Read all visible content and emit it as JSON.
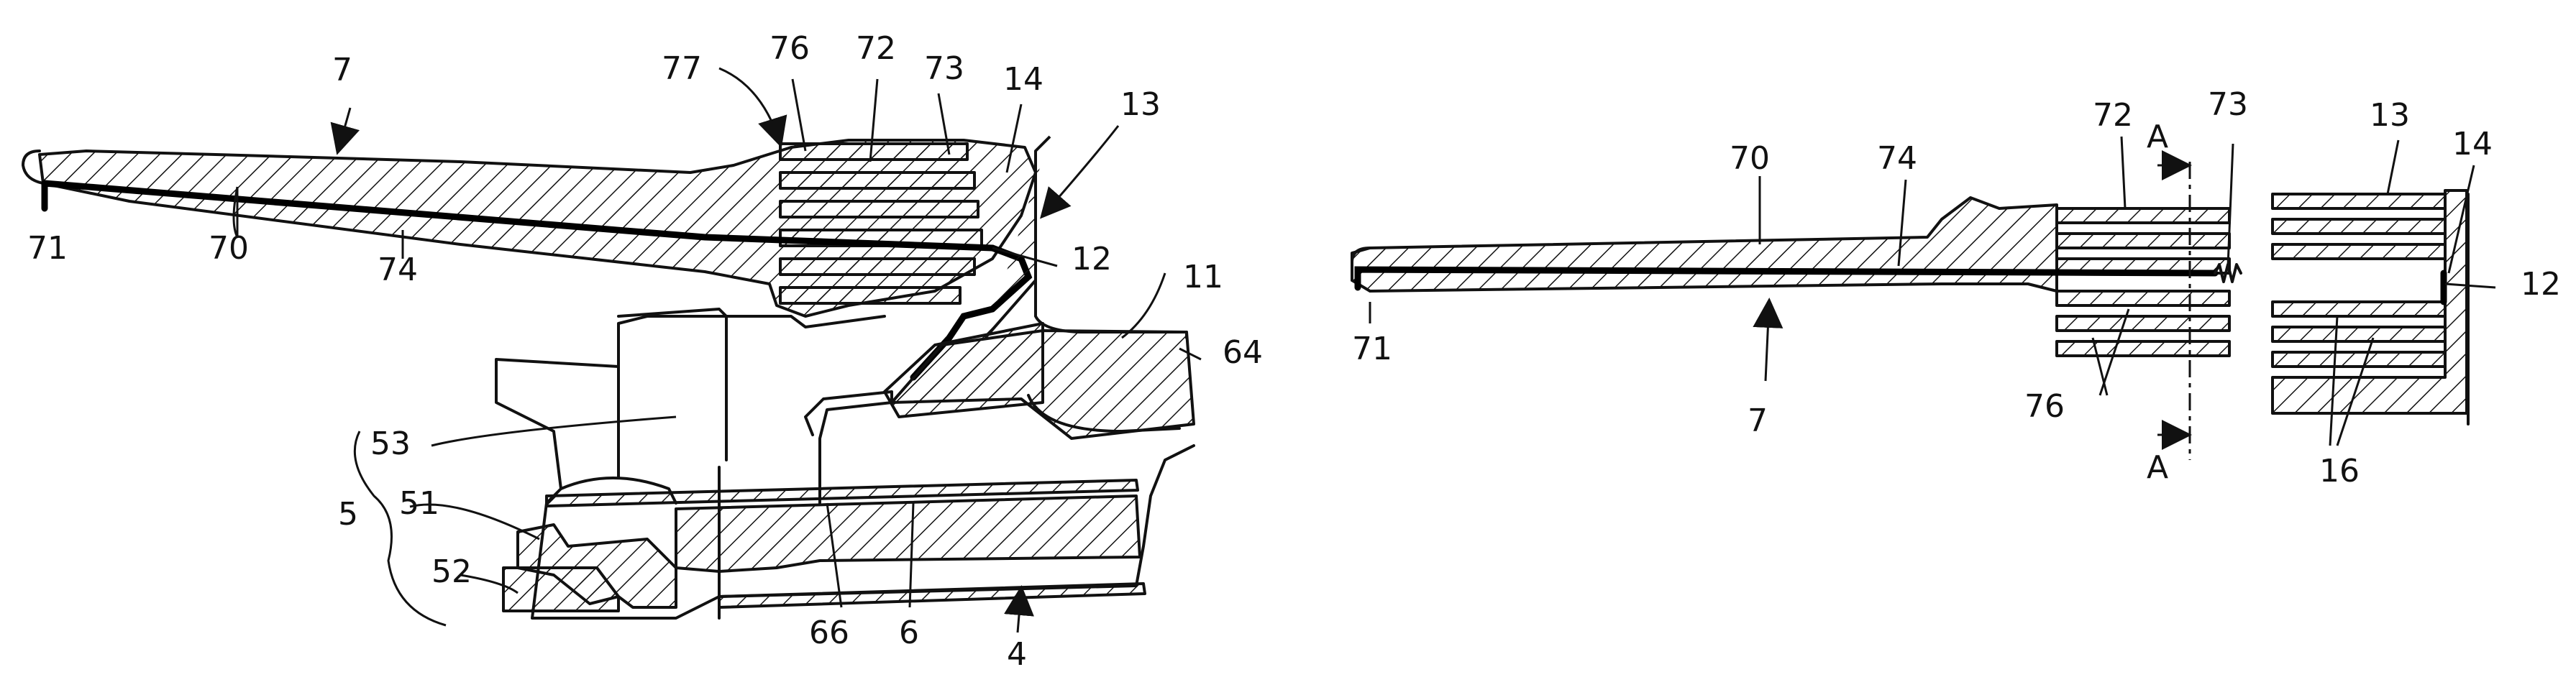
{
  "figures": {
    "left": {
      "labels": {
        "l7": "7",
        "l77": "77",
        "l76": "76",
        "l72": "72",
        "l73": "73",
        "l14": "14",
        "l13": "13",
        "l12": "12",
        "l11": "11",
        "l64": "64",
        "l71": "71",
        "l70": "70",
        "l74": "74",
        "l53": "53",
        "l5": "5",
        "l51": "51",
        "l52": "52",
        "l66": "66",
        "l6": "6",
        "l4": "4"
      }
    },
    "right": {
      "labels": {
        "l70": "70",
        "l74": "74",
        "l72": "72",
        "lA_top": "A",
        "l73": "73",
        "l13": "13",
        "l14": "14",
        "l12": "12",
        "l71": "71",
        "l7": "7",
        "l76": "76",
        "lA_bottom": "A",
        "l16": "16"
      }
    }
  }
}
